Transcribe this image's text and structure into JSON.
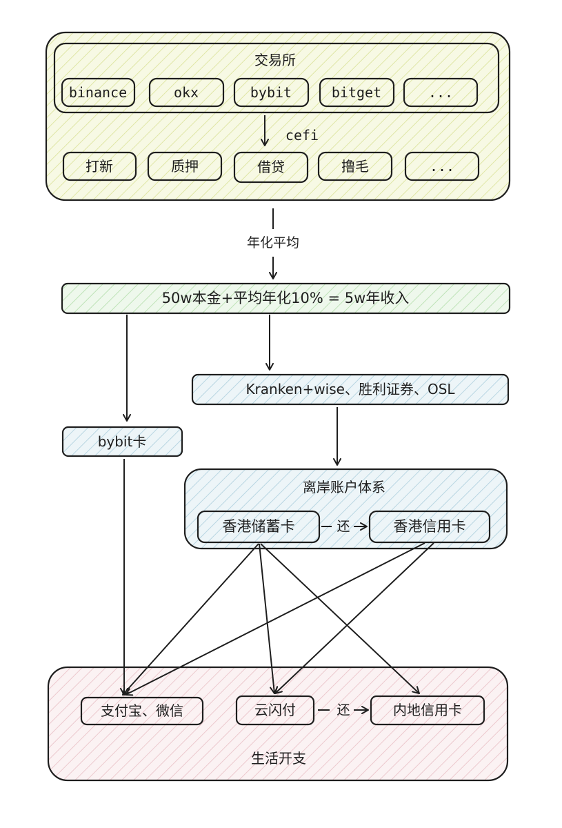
{
  "groups": {
    "exchange_title": "交易所",
    "offshore_title": "离岸账户体系",
    "living_title": "生活开支"
  },
  "exchanges": [
    "binance",
    "okx",
    "bybit",
    "bitget",
    "..."
  ],
  "cefi_label": "cefi",
  "cefi_items": [
    "打新",
    "质押",
    "借贷",
    "撸毛",
    "..."
  ],
  "edge_labels": {
    "annualized": "年化平均",
    "repay_hk": "还",
    "repay_mainland": "还"
  },
  "income": "50w本金+平均年化10% = 5w年收入",
  "channels": "Kranken+wise、胜利证券、OSL",
  "bybit_card": "bybit卡",
  "offshore": {
    "debit": "香港储蓄卡",
    "credit": "香港信用卡"
  },
  "living": {
    "alipay_wechat": "支付宝、微信",
    "unionpay": "云闪付",
    "mainland_credit": "内地信用卡"
  },
  "colors": {
    "exchange_fill": "#f3f6d2",
    "income_fill": "#e3f2e0",
    "blue_fill": "#dcebf1",
    "living_fill": "#f6e6e8",
    "stroke": "#1e1e1e"
  }
}
